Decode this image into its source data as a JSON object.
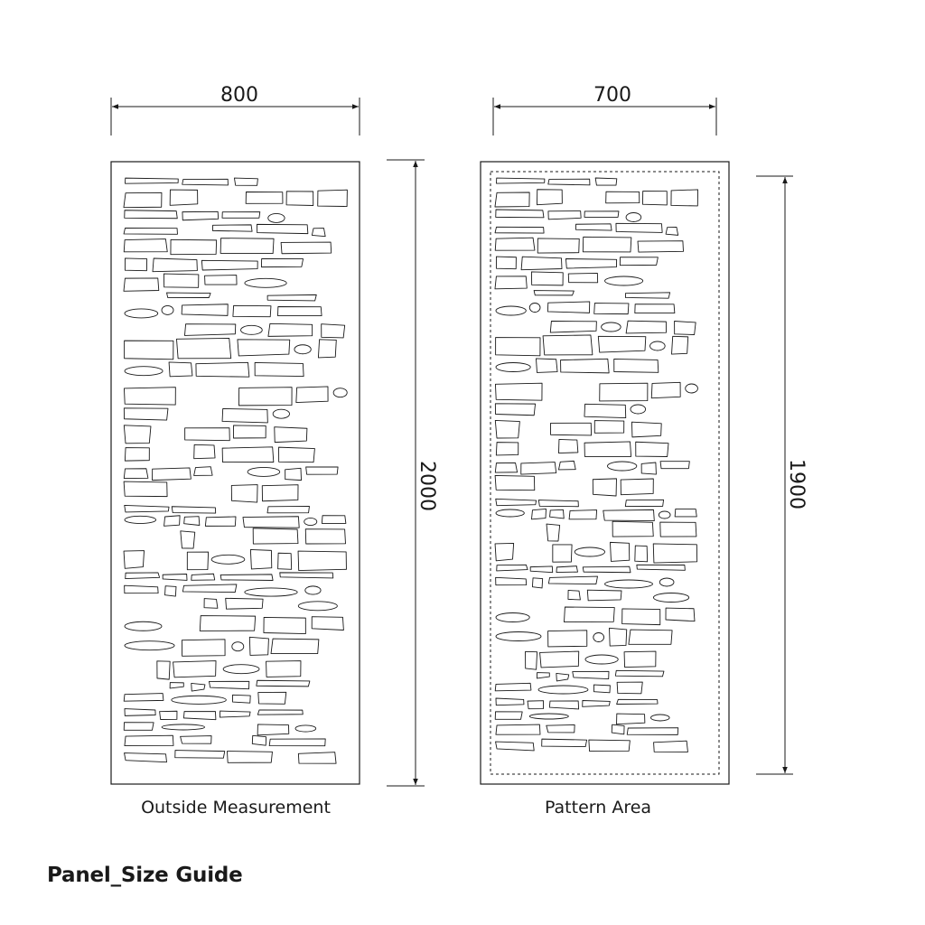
{
  "title": "Panel_Size Guide",
  "panels": [
    {
      "width_label": "800",
      "height_label": "2000",
      "caption": "Outside Measurement"
    },
    {
      "width_label": "700",
      "height_label": "1900",
      "caption": "Pattern Area"
    }
  ],
  "colors": {
    "line": "#1a1a1a",
    "background": "#ffffff"
  }
}
